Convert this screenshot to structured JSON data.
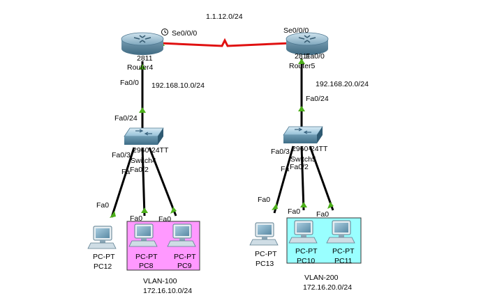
{
  "serial_link": {
    "network": "1.1.12.0/24",
    "left_port": "Se0/0/0",
    "right_port": "Se0/0/0",
    "clock_icon": "clock-icon"
  },
  "left_site": {
    "router": {
      "model": "2811",
      "name": "Router4",
      "port": "Fa0/0"
    },
    "router_link_network": "192.168.10.0/24",
    "switch": {
      "model": "2960-24TT",
      "name": "Switch4",
      "uplink_port": "Fa0/24",
      "port_fa03": "Fa0/3",
      "port_fa02": "Fa0/2",
      "port_partial": "Fa"
    },
    "pcs": [
      {
        "model": "PC-PT",
        "name": "PC12",
        "port": "Fa0"
      },
      {
        "model": "PC-PT",
        "name": "PC8",
        "port": "Fa0"
      },
      {
        "model": "PC-PT",
        "name": "PC9",
        "port": "Fa0"
      }
    ],
    "vlan": {
      "name": "VLAN-100",
      "network": "172.16.10.0/24",
      "color": "#ff99ff"
    }
  },
  "right_site": {
    "router": {
      "model": "2811",
      "name": "Router5",
      "port": "Fa0/0"
    },
    "router_link_network": "192.168.20.0/24",
    "switch": {
      "model": "2960-24TT",
      "name": "Switch5",
      "uplink_port": "Fa0/24",
      "port_fa03": "Fa0/3",
      "port_fa02": "Fa0/2",
      "port_partial": "Fa"
    },
    "pcs": [
      {
        "model": "PC-PT",
        "name": "PC13",
        "port": "Fa0"
      },
      {
        "model": "PC-PT",
        "name": "PC10",
        "port": "Fa0"
      },
      {
        "model": "PC-PT",
        "name": "PC11",
        "port": "Fa0"
      }
    ],
    "vlan": {
      "name": "VLAN-200",
      "network": "172.16.20.0/24",
      "color": "#99ffff"
    }
  },
  "colors": {
    "serial": "#e01010",
    "ethernet": "#000000",
    "link_up": "#4caf1a"
  }
}
